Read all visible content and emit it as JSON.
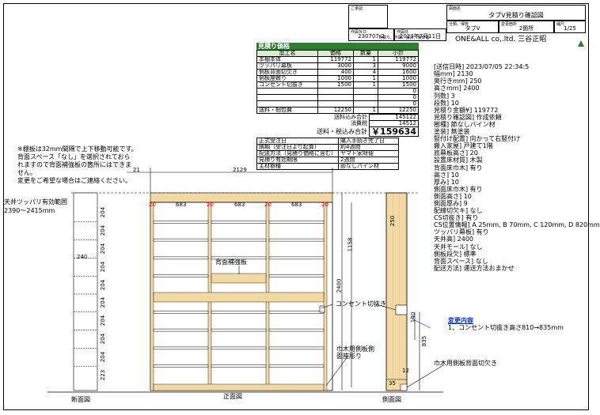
{
  "title_block": {
    "approval_label": "ご承認",
    "drawing_no_label": "作図ＮＯ",
    "drawing_no": "230707-2",
    "date_label": "作図日",
    "date": "2023年7月11日",
    "category_label": "分類、保管",
    "category": "タブV",
    "drawing_name_label": "図面名",
    "drawing_name": "タブV見積り確認図",
    "change_label": "変更箇所",
    "change_value": "2箇所",
    "scale_label": "縮尺",
    "scale_value": "1/25",
    "company_caption": "見積り、作図、設計、製作者",
    "company": "ONE&ALL co,.ltd. 三谷正昭"
  },
  "estimate": {
    "title": "見積り価格",
    "headers": [
      "加工名",
      "価格",
      "数量",
      "小計"
    ],
    "rows": [
      [
        "本棚本体",
        "119772",
        "1",
        "119772"
      ],
      [
        "ツッパリ幕板",
        "3000",
        "3",
        "9000"
      ],
      [
        "側板背面切欠き",
        "400",
        "4",
        "1600"
      ],
      [
        "側板座敷り",
        "1000",
        "1",
        "1000"
      ],
      [
        "コンセント切抜き",
        "1500",
        "1",
        "1500"
      ],
      [
        "",
        "",
        "",
        "0"
      ],
      [
        "",
        "",
        "",
        "0"
      ],
      [
        "",
        "",
        "",
        "0"
      ],
      [
        "送料・梱包費",
        "12250",
        "1",
        "12250"
      ]
    ],
    "summary": [
      [
        "送料込み合計",
        "145122"
      ],
      [
        "消費税",
        "14512"
      ]
    ],
    "total_label": "送料・税込み合計",
    "total_value": "￥159634",
    "info_rows": [
      [
        "正式受注日",
        "購入手続き完了日"
      ],
      [
        "納期（受注日より起算）",
        "約4週間"
      ],
      [
        "配送方法（見積り価格に含む）",
        "ヤマト家財便"
      ],
      [
        "見積り有効期限",
        "2週間"
      ],
      [
        "主材樹種",
        "節なしパイン材"
      ]
    ]
  },
  "notes": [
    "※棚板は32mm間隔で上下移動可能です。",
    "背面スペース「なし」を選択されておら",
    "れますので背面補強板の箇所にはできま",
    "せん。",
    "変更をご希望な場合はご連絡ください。"
  ],
  "specs": [
    "[送信日時] 2023/07/05 22:34:5",
    "幅mm] 2130",
    "奥行きmm] 250",
    "高さmm] 2400",
    "列数] 3",
    "段数] 10",
    "見積り金額¥] 119772",
    "見積り確認図] 作成依頼",
    "樹種] 節なしパイン材",
    "塗装] 無塗装",
    "竪付け配置] 向かって右竪付け",
    "搬入家屋] 戸建て1階",
    "底幕板高さ] 20",
    "設置床材質] 木製",
    "背面床巾木] 有り",
    "高さ] 10",
    "厚み] 10",
    "側面床巾木] 有り",
    "側面高さ] 10",
    "側面厚み] 9",
    "配線切欠キ] なし",
    "CS切抜き] 有り",
    "CS位置情報] A 25mm, B 70mm, C 120mm, D 820mm",
    "ツッパリ幕板] 有り",
    "天井高] 2400",
    "天井モール] なし",
    "側板段欠] 標準",
    "背面スペース] なし",
    "配送方法] 運送方法おまかせ"
  ],
  "drawing": {
    "ceiling_label": "天井ツッパリ有効範囲",
    "ceiling_range": "2390〜2415mm",
    "overall_width": "2129",
    "left_offset": "21",
    "column_widths": [
      "683",
      "683",
      "683"
    ],
    "panel_thicknesses": [
      "20",
      "20",
      "20",
      "20"
    ],
    "height": "2400",
    "inner_height": "1158",
    "depth": "250",
    "shelf_spacing": [
      "204",
      "204",
      "204",
      "204",
      "204",
      "204",
      "204",
      "204",
      "204",
      "223"
    ],
    "section_depth": "240",
    "reinforcement_label": "背面補強板",
    "outlet_label": "コンセント切抜き",
    "baseboard_label": "巾木用側板側\n面座彫り",
    "side_cut_label": "巾木用側板背面切欠き",
    "change_title": "変更内容",
    "change_text": "1、コンセント切抜き高さ810→835mm",
    "side_dims": [
      "140",
      "835",
      "12",
      "35"
    ],
    "view_section": "断面図",
    "view_front": "正面図",
    "view_side": "側面図"
  },
  "colors": {
    "wood": "#f2d9a3",
    "wood_dark": "#e3c27f",
    "estimate_header": "#2e7d32",
    "note_red": "#cc0000",
    "change_blue": "#0033cc"
  }
}
